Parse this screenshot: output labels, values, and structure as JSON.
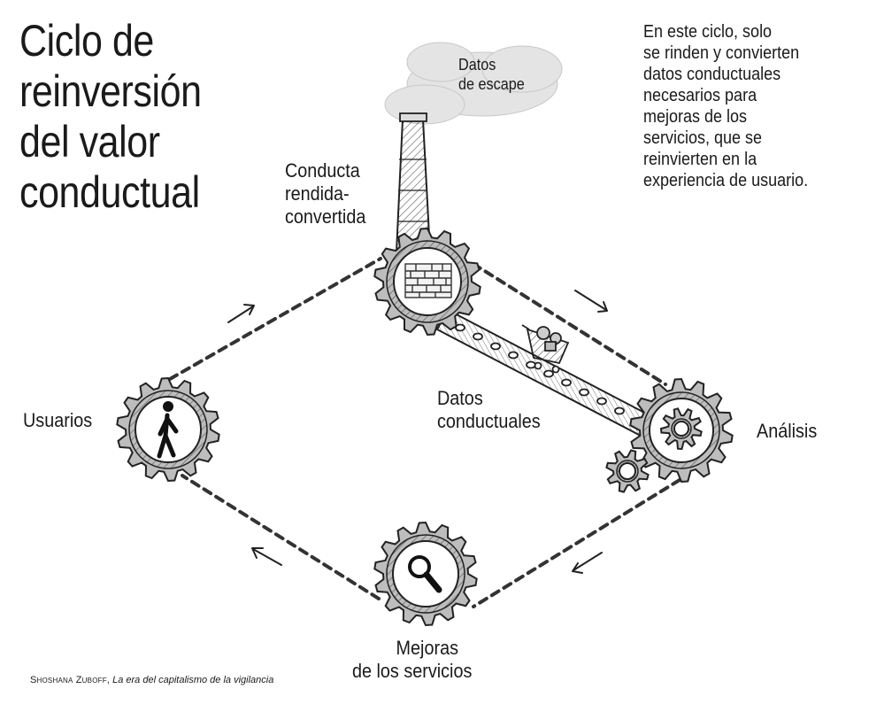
{
  "title": [
    "Ciclo de",
    "reinversión",
    "del valor",
    "conductual"
  ],
  "note": [
    "En este ciclo, solo",
    "se rinden y convierten",
    "datos conductuales",
    "necesarios para",
    "mejoras de los",
    "servicios, que se",
    "reinvierten en la",
    "experiencia de usuario."
  ],
  "labels": {
    "exhaust": [
      "Datos",
      "de escape"
    ],
    "conduct": [
      "Conducta",
      "rendida-",
      "convertida"
    ],
    "users": "Usuarios",
    "analysis": "Análisis",
    "behavioral_data": [
      "Datos",
      "conductuales"
    ],
    "improvements": [
      "Mejoras",
      "de los servicios"
    ]
  },
  "credit": {
    "author": "Shoshana Zuboff,",
    "book": "La era del capitalismo de la vigilancia"
  },
  "icons": {
    "top_gear": "brick-wall-icon",
    "left_gear": "walking-person-icon",
    "right_gear": "small-gear-icon",
    "bottom_gear": "magnifying-glass-icon"
  }
}
